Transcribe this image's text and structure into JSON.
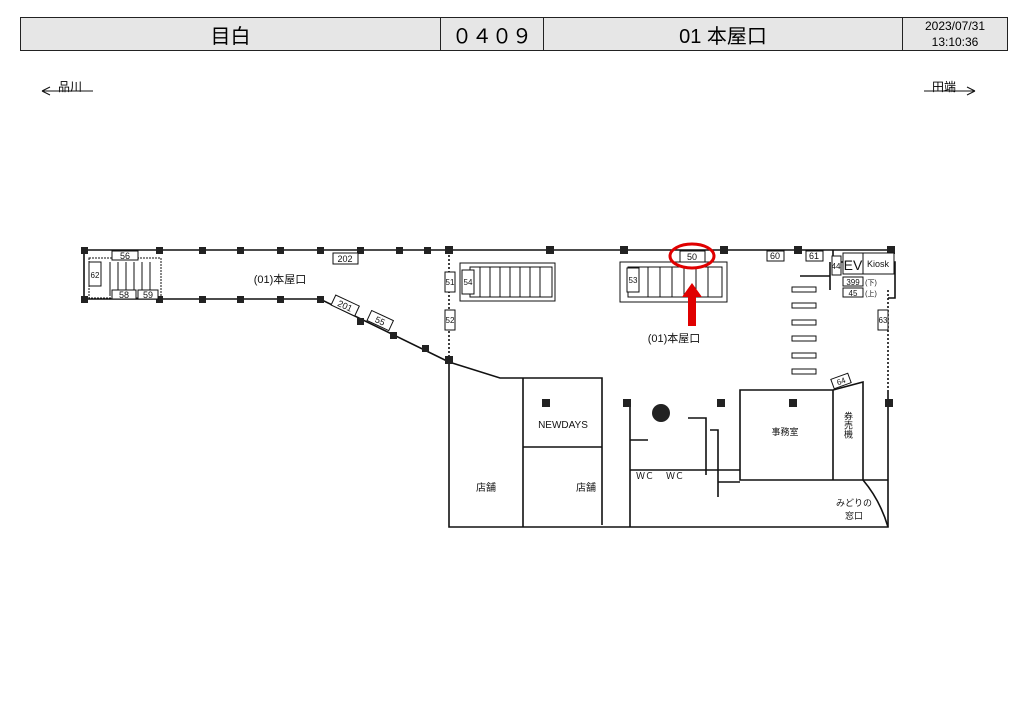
{
  "header": {
    "station": "目白",
    "code": "０４０９",
    "exit": "01 本屋口",
    "date": "2023/07/31",
    "time": "13:10:36"
  },
  "directions": {
    "left": "品川",
    "right": "田端"
  },
  "plan": {
    "area_label": "(01)本屋口",
    "target_label": "(01)本屋口",
    "target_number": "50",
    "numbers": [
      "56",
      "62",
      "58",
      "59",
      "202",
      "201",
      "55",
      "51",
      "52",
      "54",
      "53",
      "60",
      "61",
      "44",
      "399",
      "45",
      "63",
      "64"
    ],
    "ev": "EV",
    "kiosk": "Kiosk",
    "down": "(下)",
    "up": "(上)",
    "rooms": {
      "newdays": "NEWDAYS",
      "shop1": "店舗",
      "shop2": "店舗",
      "wc1": "ＷＣ",
      "wc2": "ＷＣ",
      "office": "事務室",
      "ticket": "券売機",
      "midori1": "みどりの",
      "midori2": "窓口"
    }
  },
  "colors": {
    "highlight": "#e00000"
  }
}
